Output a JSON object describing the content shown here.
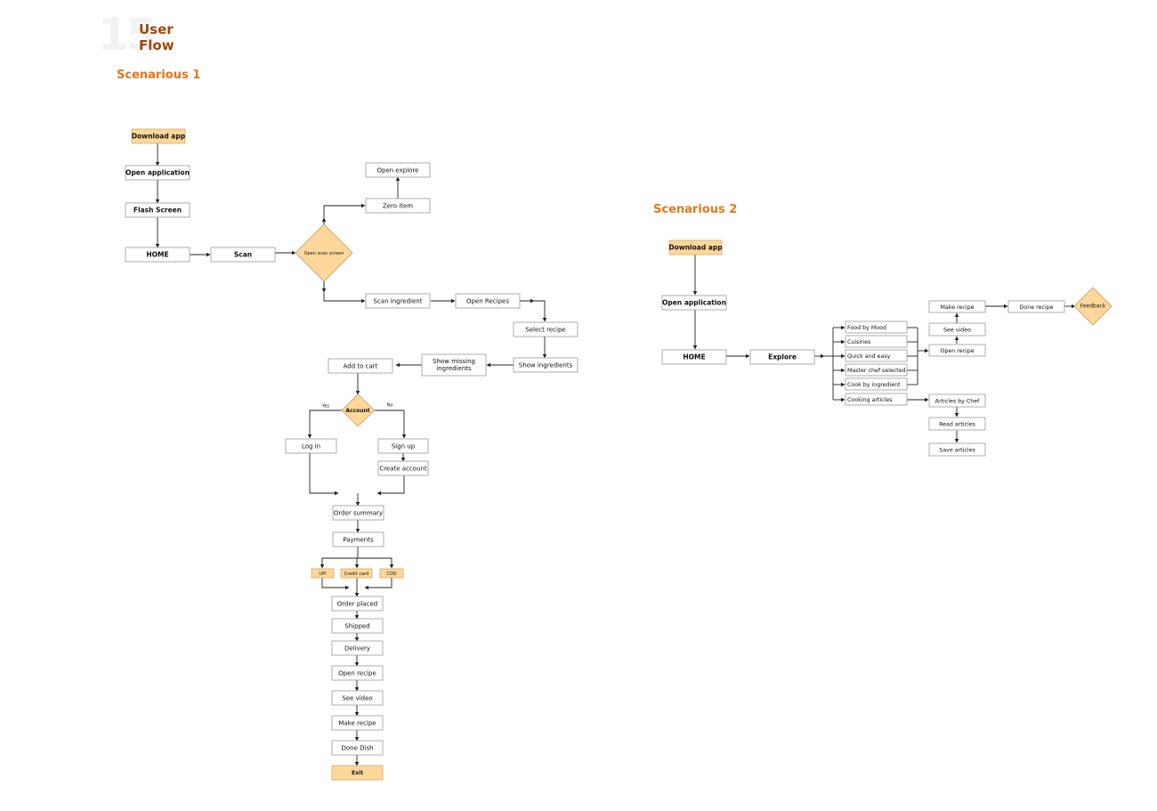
{
  "header": {
    "number": "15",
    "title_line1": "User",
    "title_line2": "Flow"
  },
  "scenario1": {
    "heading": "Scenarious 1",
    "download_app": "Download app",
    "open_application": "Open application",
    "flash_screen": "Flash Screen",
    "home": "HOME",
    "scan": "Scan",
    "open_scan_screen": "Open scan screen",
    "zero_item": "Zero item",
    "open_explore": "Open explore",
    "scan_ingredient": "Scan ingredient",
    "open_recipes": "Open Recipes",
    "select_recipe": "Select recipe",
    "show_ingredients": "Show ingredients",
    "show_missing_line1": "Show missing",
    "show_missing_line2": "ingredients",
    "add_to_cart": "Add to cart",
    "account": "Account",
    "yes": "Yes",
    "no": "No",
    "log_in": "Log in",
    "sign_up": "Sign up",
    "create_account": "Create account",
    "order_summary": "Order summary",
    "payments": "Payments",
    "upi": "UPI",
    "credit_card": "Credit card",
    "cod": "COD",
    "order_placed": "Order placed",
    "shipped": "Shipped",
    "delivery": "Delivery",
    "open_recipe": "Open recipe",
    "see_video": "See video",
    "make_recipe": "Make recipe",
    "done_dish": "Done Dish",
    "exit": "Exit"
  },
  "scenario2": {
    "heading": "Scenarious 2",
    "download_app": "Download app",
    "open_application": "Open application",
    "home": "HOME",
    "explore": "Explore",
    "food_by_mood": "Food by Mood",
    "cuisines": "Cuisines",
    "quick_and_easy": "Quick and easy",
    "master_chef_selected": "Master chef selected",
    "cook_by_ingredient": "Cook by ingredient",
    "cooking_articles": "Cooking articles",
    "open_recipe": "Open recipe",
    "see_video": "See video",
    "make_recipe": "Make recipe",
    "done_recipe": "Done recipe",
    "feedback": "Feedback",
    "articles_by_chef": "Articles by Chef",
    "read_articles": "Read articles",
    "save_articles": "Save articles"
  },
  "colors": {
    "highlight": "#fdd89a",
    "heading": "#e9761c",
    "title": "#a0480c"
  }
}
